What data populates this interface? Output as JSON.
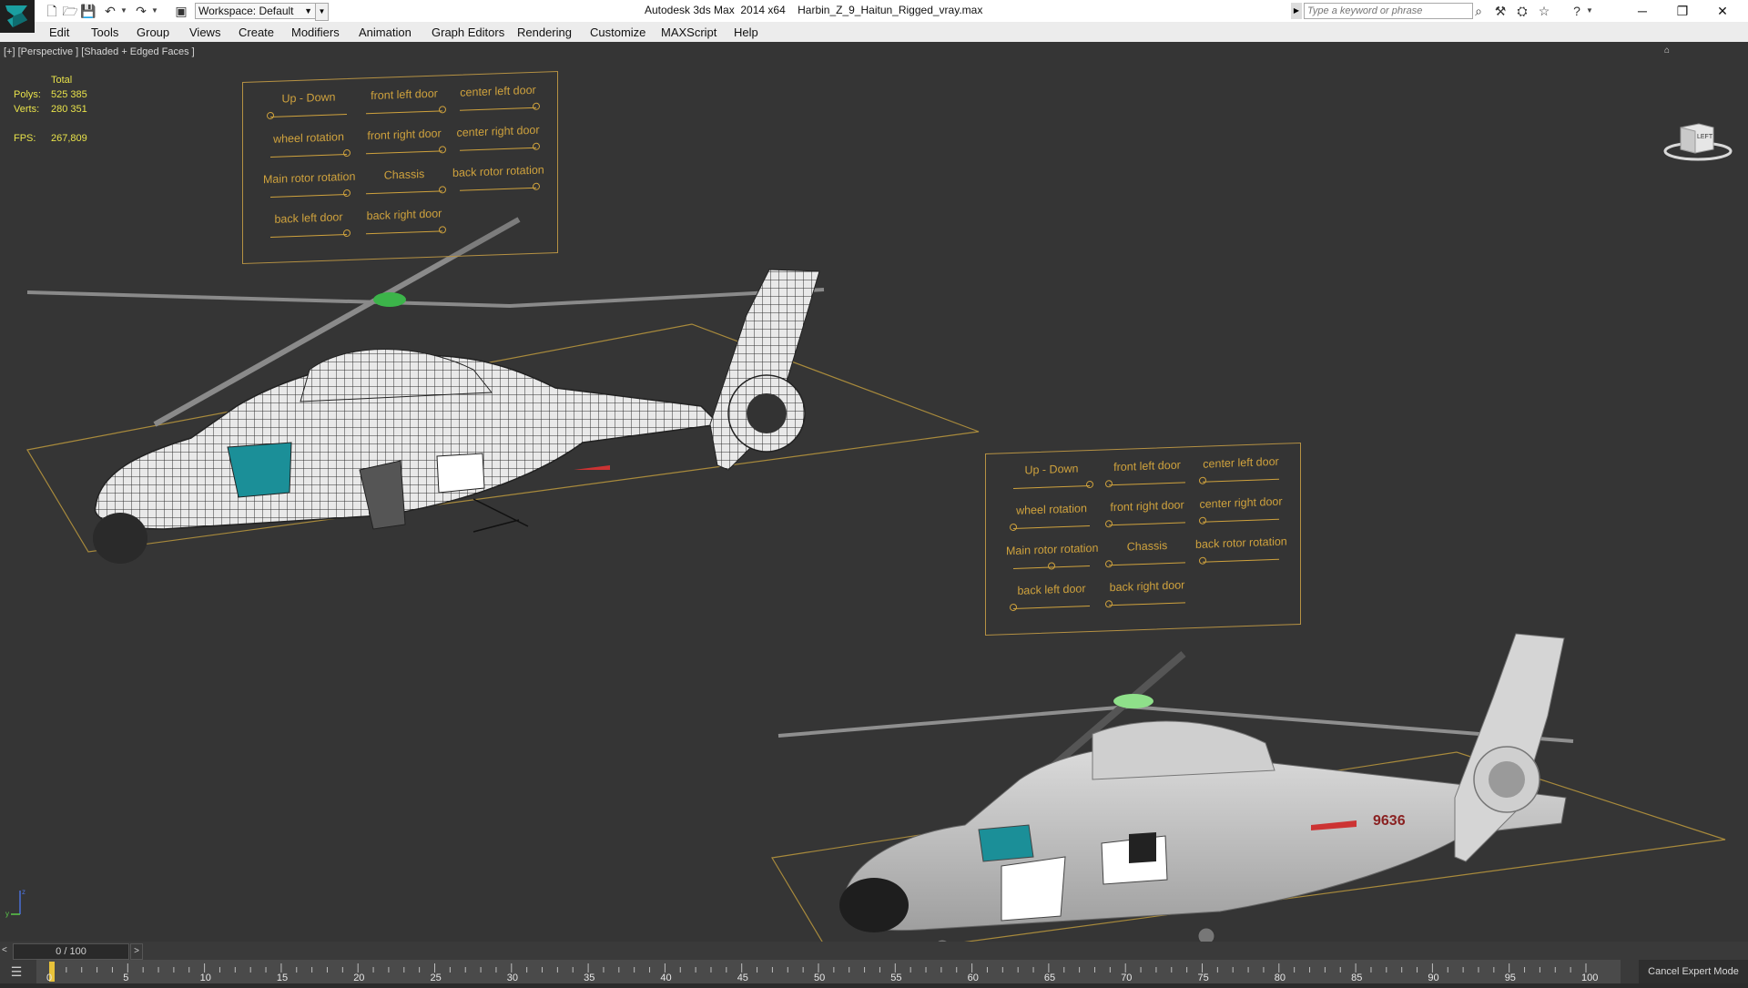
{
  "window": {
    "app_title": "Autodesk 3ds Max  2014 x64",
    "file_name": "Harbin_Z_9_Haitun_Rigged_vray.max",
    "workspace_label": "Workspace: Default",
    "search_placeholder": "Type a keyword or phrase"
  },
  "menu": [
    "Edit",
    "Tools",
    "Group",
    "Views",
    "Create",
    "Modifiers",
    "Animation",
    "Graph Editors",
    "Rendering",
    "Customize",
    "MAXScript",
    "Help"
  ],
  "viewport": {
    "label": "[+] [Perspective ] [Shaded + Edged Faces ]",
    "stats": {
      "total_label": "Total",
      "polys_label": "Polys:",
      "polys_value": "525 385",
      "verts_label": "Verts:",
      "verts_value": "280 351",
      "fps_label": "FPS:",
      "fps_value": "267,809"
    },
    "viewcube_label": "LEFT"
  },
  "control_panels": [
    {
      "sliders": [
        {
          "label": "Up - Down",
          "value": 0.0
        },
        {
          "label": "front left door",
          "value": 1.0
        },
        {
          "label": "center left door",
          "value": 1.0
        },
        {
          "label": "wheel rotation",
          "value": 1.0
        },
        {
          "label": "front right door",
          "value": 1.0
        },
        {
          "label": "center right door",
          "value": 1.0
        },
        {
          "label": "Main rotor rotation",
          "value": 1.0
        },
        {
          "label": "Chassis",
          "value": 1.0
        },
        {
          "label": "back rotor rotation",
          "value": 1.0
        },
        {
          "label": "back left door",
          "value": 1.0
        },
        {
          "label": "back right door",
          "value": 1.0
        }
      ]
    },
    {
      "sliders": [
        {
          "label": "Up - Down",
          "value": 1.0
        },
        {
          "label": "front left door",
          "value": 0.0
        },
        {
          "label": "center left door",
          "value": 0.0
        },
        {
          "label": "wheel rotation",
          "value": 0.0
        },
        {
          "label": "front right door",
          "value": 0.0
        },
        {
          "label": "center right door",
          "value": 0.0
        },
        {
          "label": "Main rotor rotation",
          "value": 0.5
        },
        {
          "label": "Chassis",
          "value": 0.0
        },
        {
          "label": "back rotor rotation",
          "value": 0.0
        },
        {
          "label": "back left door",
          "value": 0.0
        },
        {
          "label": "back right door",
          "value": 0.0
        }
      ]
    }
  ],
  "models": {
    "fuselage_number": "9636"
  },
  "timeline": {
    "frame_label": "0 / 100",
    "current_frame": 0,
    "total_frames": 100,
    "ticks": [
      "0",
      "5",
      "10",
      "15",
      "20",
      "25",
      "30",
      "35",
      "40",
      "45",
      "50",
      "55",
      "60",
      "65",
      "70",
      "75",
      "80",
      "85",
      "90",
      "95",
      "100"
    ],
    "cancel_label": "Cancel Expert Mode"
  },
  "colors": {
    "accent": "#cfa23d",
    "stats": "#e8e24a",
    "viewport_bg": "#353535"
  }
}
